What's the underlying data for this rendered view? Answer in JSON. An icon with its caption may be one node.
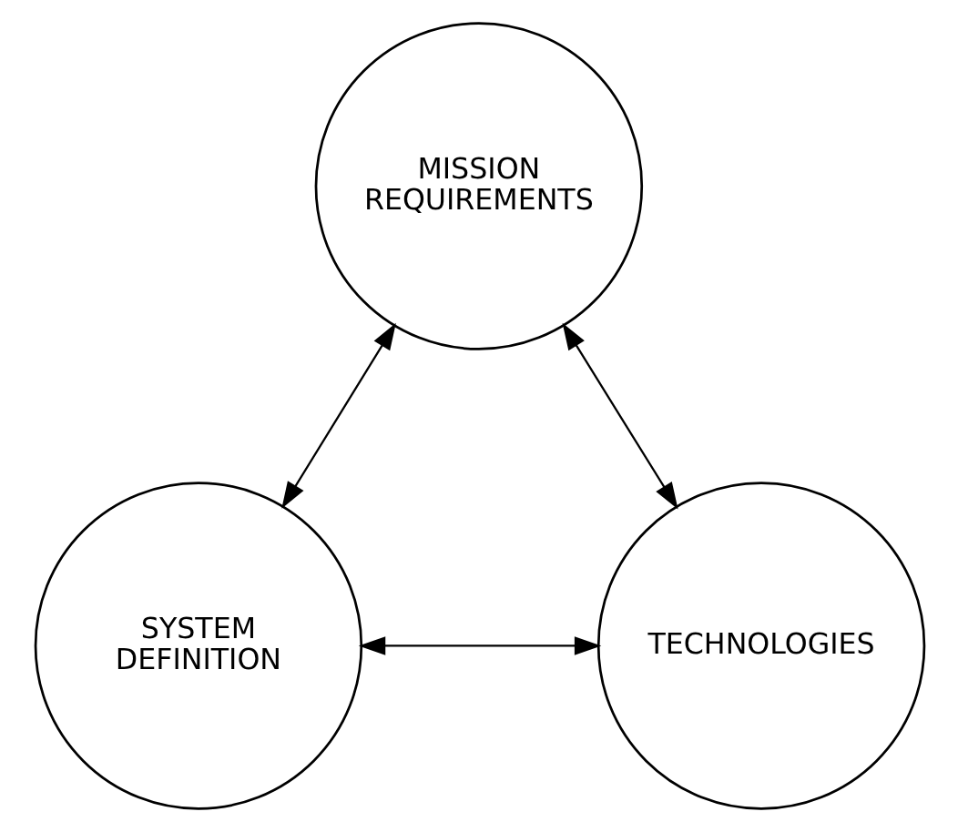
{
  "diagram": {
    "nodes": [
      {
        "text": [
          "MISSION REQUIREMENTS"
        ]
      },
      {
        "text": [
          "SYSTEM DEFINITION"
        ]
      },
      {
        "text": [
          "TECHNOLOGIES"
        ]
      }
    ],
    "edges": [
      {
        "from": 0,
        "to": 1,
        "arrow": "both"
      },
      {
        "from": 0,
        "to": 2,
        "arrow": "both"
      },
      {
        "from": 1,
        "to": 2,
        "arrow": "both"
      }
    ]
  }
}
